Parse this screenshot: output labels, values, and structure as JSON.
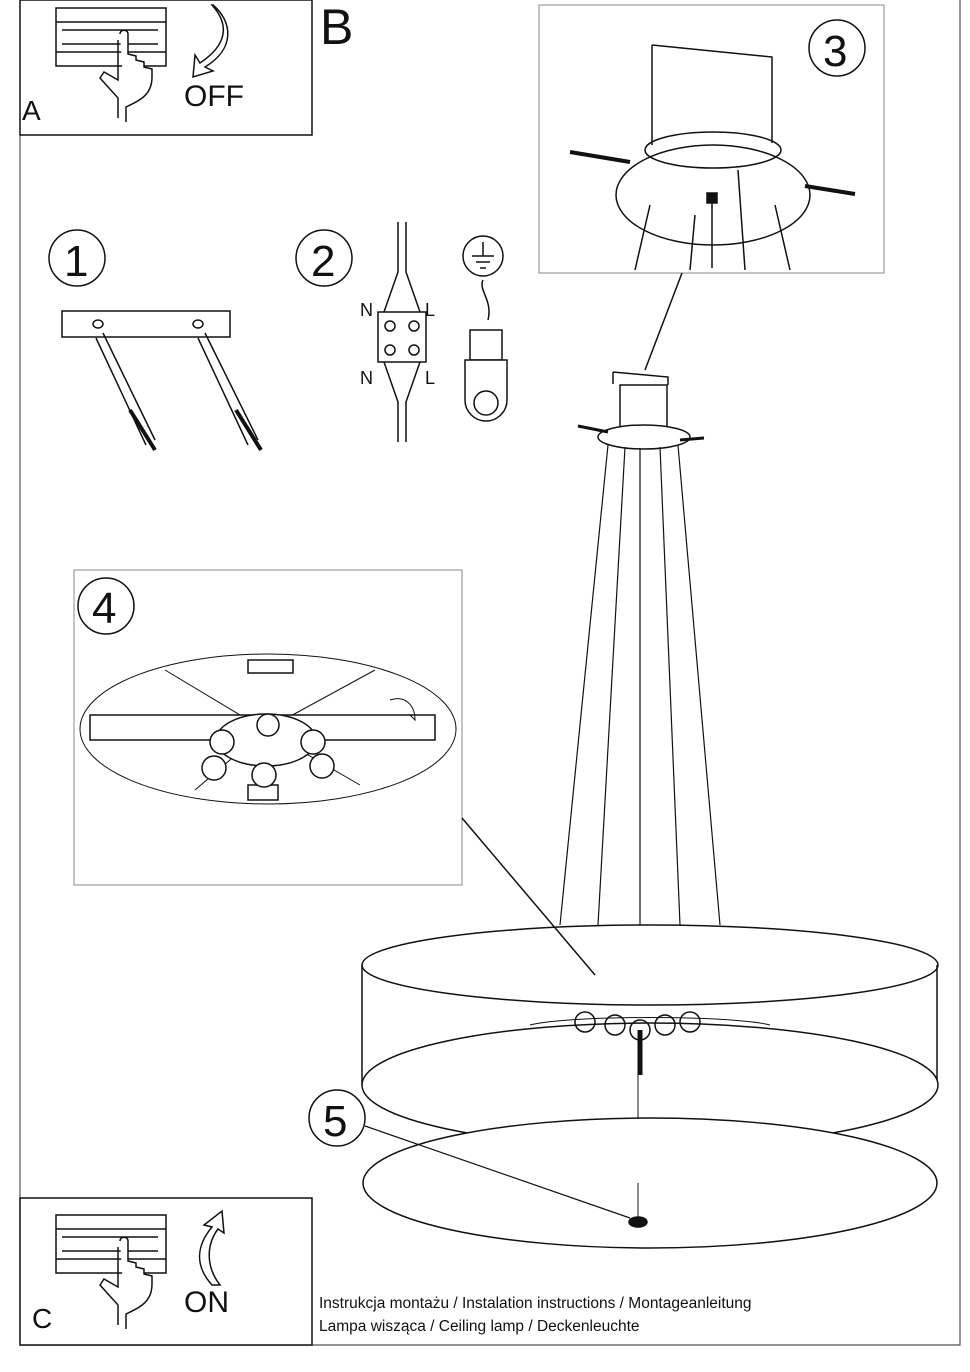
{
  "labels": {
    "B": "B",
    "A": "A",
    "off": "OFF",
    "C": "C",
    "on": "ON",
    "step1": "1",
    "step2": "2",
    "step3": "3",
    "step4": "4",
    "step5": "5",
    "n_top": "N",
    "l_top": "L",
    "n_bottom": "N",
    "l_bottom": "L"
  },
  "caption": {
    "line1": "Instrukcja montażu / Instalation instructions / Montageanleitung",
    "line2": "Lampa wisząca / Ceiling lamp / Deckenleuchte"
  }
}
